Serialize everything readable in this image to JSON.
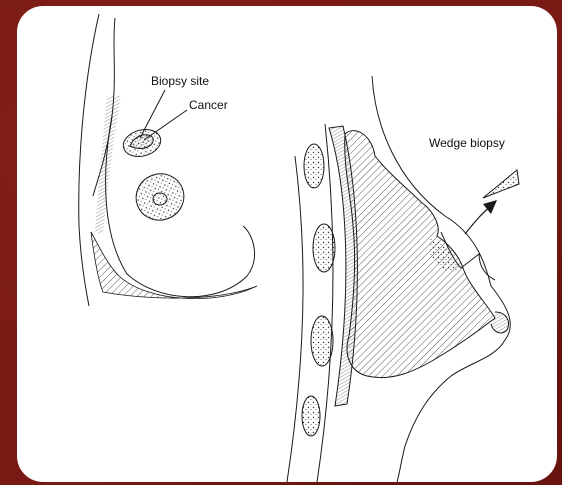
{
  "diagram": {
    "labels": {
      "biopsy_site": "Biopsy site",
      "cancer": "Cancer",
      "wedge_biopsy": "Wedge biopsy"
    }
  },
  "colors": {
    "background": "#7a1a14",
    "panel": "#ffffff",
    "ink": "#1a1a1a"
  }
}
